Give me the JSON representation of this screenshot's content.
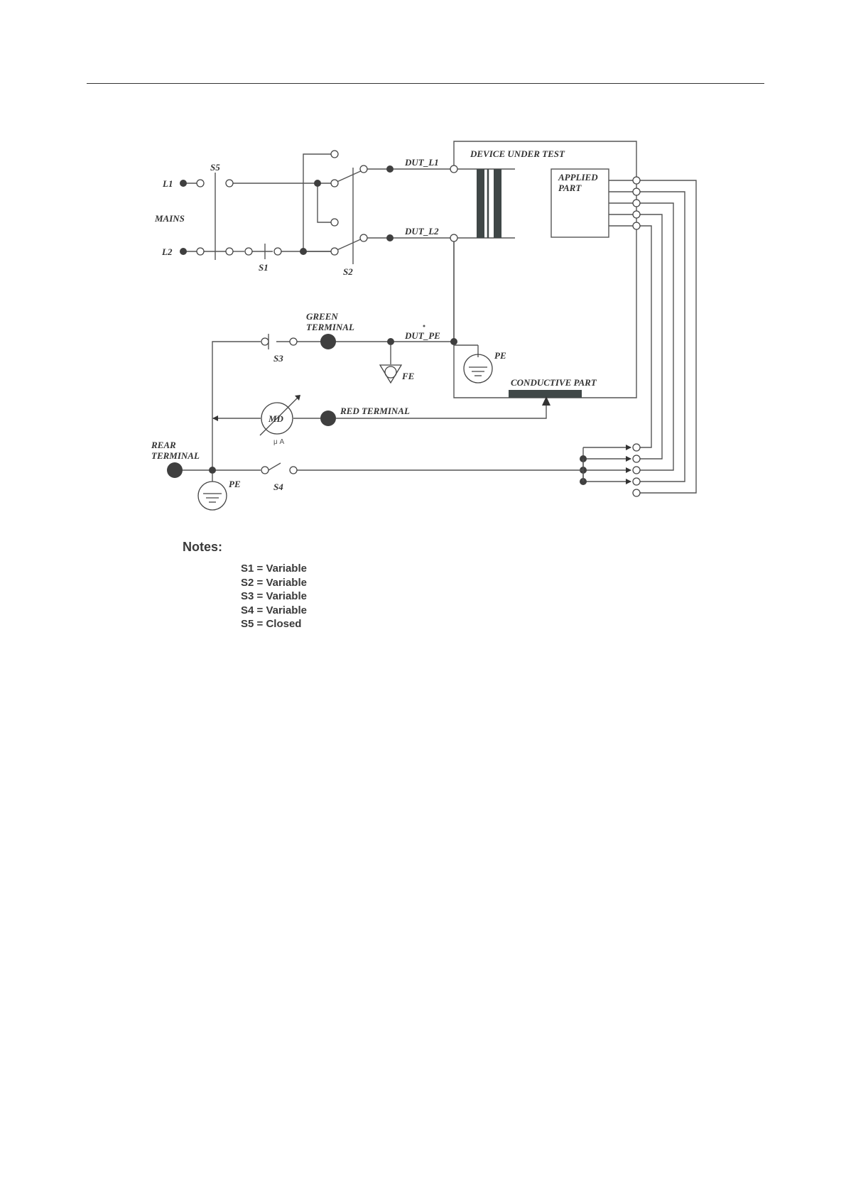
{
  "diagram": {
    "labels": {
      "l1": "L1",
      "l2": "L2",
      "mains": "MAINS",
      "s5": "S5",
      "s1": "S1",
      "s2": "S2",
      "s3": "S3",
      "s4": "S4",
      "dut_l1": "DUT_L1",
      "dut_l2": "DUT_L2",
      "dut_pe": "DUT_PE",
      "device_under_test": "DEVICE UNDER TEST",
      "applied_part_1": "APPLIED",
      "applied_part_2": "PART",
      "green_terminal_1": "GREEN",
      "green_terminal_2": "TERMINAL",
      "fe": "FE",
      "pe_dut": "PE",
      "pe_rear": "PE",
      "conductive_part": "CONDUCTIVE PART",
      "red_terminal": "RED TERMINAL",
      "md": "MD",
      "microamp": "μ A",
      "rear_terminal_1": "REAR",
      "rear_terminal_2": "TERMINAL"
    }
  },
  "notes": {
    "title": "Notes:",
    "items": [
      "S1 = Variable",
      "S2 = Variable",
      "S3 = Variable",
      "S4 = Variable",
      "S5 = Closed"
    ]
  }
}
